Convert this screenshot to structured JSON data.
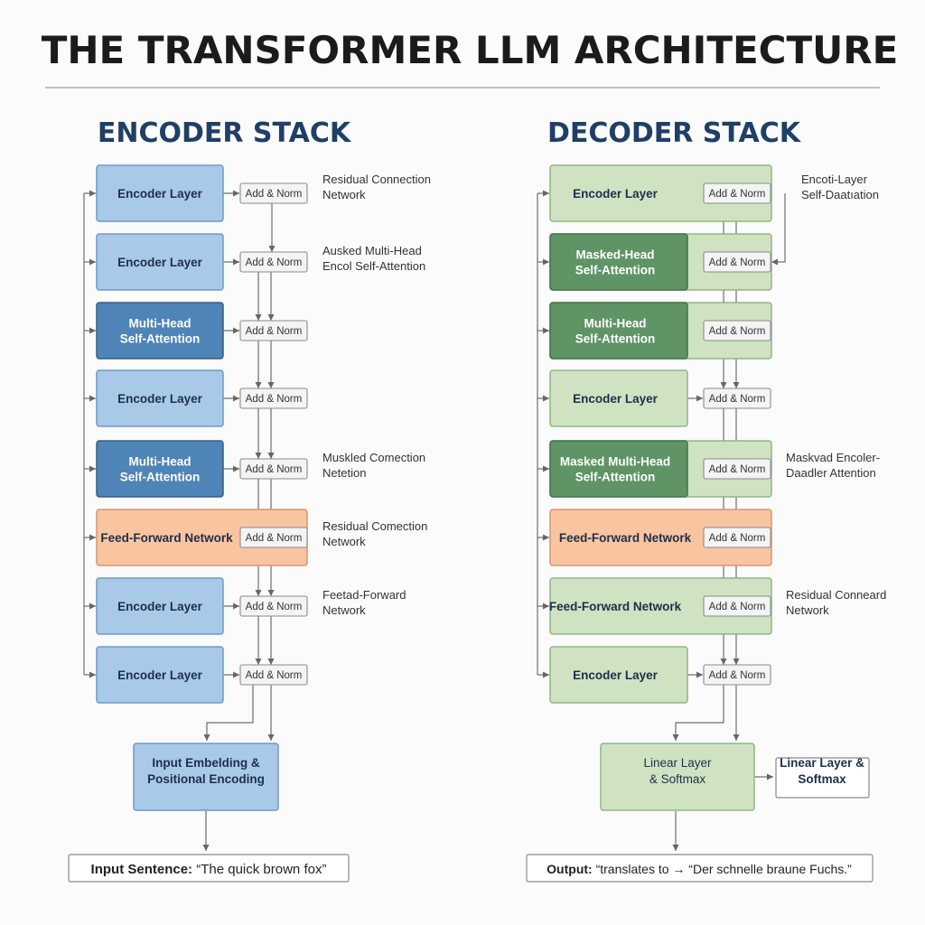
{
  "title": "THE TRANSFORMER LLM ARCHITECTURE",
  "encoder": {
    "title": "ENCODER STACK",
    "blocks": [
      {
        "label": "Encoder Layer",
        "kind": "light"
      },
      {
        "label": "Encoder Layer",
        "kind": "light"
      },
      {
        "label": "Multi-Head\nSelf-Attention",
        "kind": "dark"
      },
      {
        "label": "Encoder Layer",
        "kind": "light"
      },
      {
        "label": "Multi-Head\nSelf-Attention",
        "kind": "dark"
      },
      {
        "label": "Feed-Forward Network",
        "kind": "ffn"
      },
      {
        "label": "Encoder Layer",
        "kind": "light"
      },
      {
        "label": "Encoder Layer",
        "kind": "light"
      }
    ],
    "add_norm": [
      "Add & Norm",
      "Add & Norm",
      "Add & Norm",
      "Add & Norm",
      "Add & Norm",
      "Add & Norm",
      "Add & Norm",
      "Add & Norm"
    ],
    "notes": [
      {
        "row": 0,
        "text": "Residual Connection\nNetwork"
      },
      {
        "row": 1,
        "text": "Ausked Multi-Head\nEncol Self-Attention"
      },
      {
        "row": 4,
        "text": "Muskled Comection\nNetetion"
      },
      {
        "row": 5,
        "text": "Residual Comection\nNetwork"
      },
      {
        "row": 6,
        "text": "Feetad-Forward\nNetwork"
      }
    ],
    "embedding": "Input Embelding &\nPositional Encoding",
    "input_prefix": "Input Sentence:",
    "input_text": " “The quick brown fox”"
  },
  "decoder": {
    "title": "DECODER STACK",
    "blocks": [
      {
        "label": "Encoder Layer",
        "kind": "light",
        "wide": true
      },
      {
        "label": "Masked-Head\nSelf-Attention",
        "kind": "dark",
        "wide": true
      },
      {
        "label": "Multi-Head\nSelf-Attention",
        "kind": "dark",
        "wide": true
      },
      {
        "label": "Encoder Layer",
        "kind": "light",
        "wide": false
      },
      {
        "label": "Masked Multi-Head\nSelf-Attention",
        "kind": "dark",
        "wide": true
      },
      {
        "label": "Feed-Forward Network",
        "kind": "ffn",
        "wide": true
      },
      {
        "label": "Feed-Forward Network",
        "kind": "light",
        "wide": true
      },
      {
        "label": "Encoder Layer",
        "kind": "light",
        "wide": false
      }
    ],
    "add_norm": [
      "Add & Norm",
      "Add & Norm",
      "Add & Norm",
      "Add & Norm",
      "Add & Norm",
      "Add & Norm",
      "Add & Norm",
      "Add & Norm"
    ],
    "notes": [
      {
        "row": 0,
        "text": "Encoti-Layer\nSelf-Daatıation"
      },
      {
        "row": 4,
        "text": "Maskvad Encoler-\nDaadler Attention"
      },
      {
        "row": 6,
        "text": "Residual Conneard\nNetwork"
      }
    ],
    "linear": "Linear Layer\n& Softmax",
    "linear_side": "Linear Layer &\nSoftmax",
    "output_prefix": "Output:",
    "output_text": " “translates to → “Der schnelle braune Fuchs.”"
  },
  "colors": {
    "enc_light_fill": "#a9c9e8",
    "enc_light_stroke": "#6f99c4",
    "enc_dark_fill": "#4f84b6",
    "enc_dark_stroke": "#355f8a",
    "dec_light_fill": "#cfe3c3",
    "dec_light_stroke": "#93b486",
    "dec_dark_fill": "#5f9466",
    "dec_dark_stroke": "#44734b",
    "ffn_fill": "#f9c4a0",
    "ffn_stroke": "#d79672",
    "text_dark": "#1d2f4a",
    "text_light": "#ffffff",
    "stack_title": "#1f3f66"
  }
}
